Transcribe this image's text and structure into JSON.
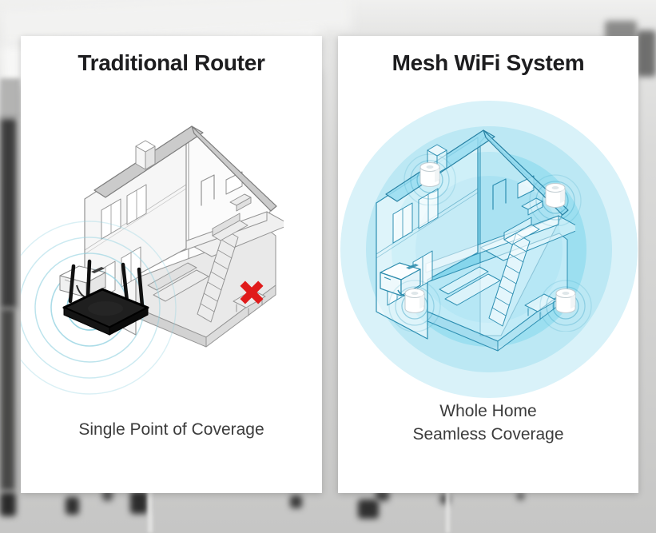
{
  "panels": {
    "left": {
      "title": "Traditional Router",
      "caption": "Single Point of Coverage"
    },
    "right": {
      "title": "Mesh WiFi System",
      "caption_line1": "Whole Home",
      "caption_line2": "Seamless Coverage"
    }
  },
  "icons": {
    "left": [
      "router-icon",
      "modem-icon",
      "wifi-ripples-icon",
      "no-coverage-x-icon"
    ],
    "right": [
      "mesh-node-icon",
      "modem-icon",
      "coverage-glow",
      "house-illustration"
    ]
  },
  "colors": {
    "title": "#1d1d1f",
    "caption": "#3c3c3c",
    "wifi_ripple": "#8fd0e0",
    "glow_outer": "#d9f2f9",
    "glow_mid": "#bce8f4",
    "glow_inner": "#9cdff0",
    "glow_core": "#86d6ec",
    "alert_x": "#e01b1b",
    "house_line_gray": "#949494",
    "house_line_blue": "#2e8fb2",
    "mesh_ripple": "#1f93ba",
    "router_black": "#1a1a1a"
  }
}
